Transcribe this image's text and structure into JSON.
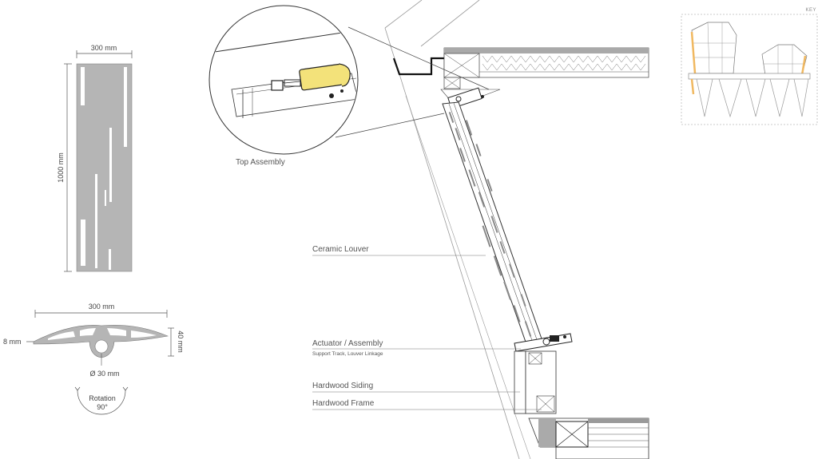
{
  "panel": {
    "width_label": "300 mm",
    "height_label": "1000 mm"
  },
  "profile": {
    "width_label": "300 mm",
    "depth_label": "40 mm",
    "edge_label": "8 mm",
    "diameter_label": "Ø 30 mm",
    "rotation_label": "Rotation",
    "rotation_value": "90°"
  },
  "detail": {
    "top_assembly_label": "Top Assembly",
    "ceramic_louver_label": "Ceramic Louver",
    "actuator_label": "Actuator / Assembly",
    "actuator_sub_label": "Support Track, Louver Linkage",
    "hardwood_siding_label": "Hardwood Siding",
    "hardwood_frame_label": "Hardwood Frame"
  },
  "key": {
    "label": "KEY"
  },
  "colors": {
    "panel_fill": "#b5b5b5",
    "actuator_highlight": "#f3e27a",
    "key_highlight": "#f0b860",
    "line": "#444444",
    "gray_line": "#9a9a9a"
  }
}
